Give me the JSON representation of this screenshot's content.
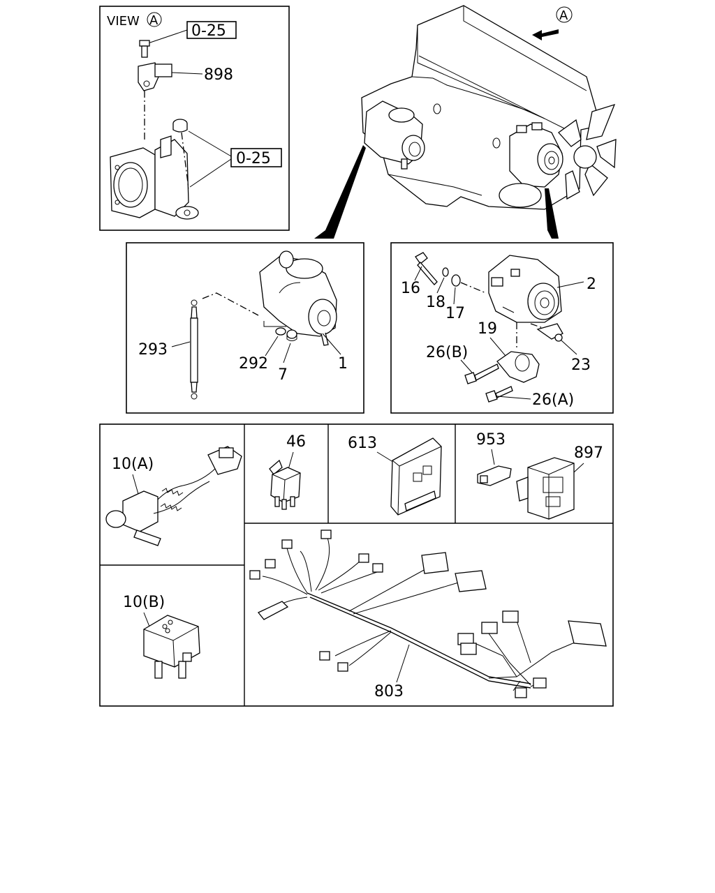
{
  "view_panel": {
    "title": "VIEW",
    "view_marker": "A",
    "ref_top": "0-25",
    "ref_bottom": "0-25",
    "part_sensor": "898"
  },
  "engine": {
    "view_marker": "A"
  },
  "starter_panel": {
    "labels": [
      "293",
      "292",
      "7",
      "1"
    ]
  },
  "alternator_panel": {
    "labels": [
      "16",
      "18",
      "17",
      "2",
      "19",
      "26(B)",
      "23",
      "26(A)"
    ]
  },
  "relay_a_panel": {
    "label": "10(A)"
  },
  "relay_46_panel": {
    "label": "46"
  },
  "ecu_panel": {
    "label": "613"
  },
  "switch_panel": {
    "label_left": "953",
    "label_right": "897"
  },
  "relay_b_panel": {
    "label": "10(B)"
  },
  "harness_panel": {
    "label": "803"
  }
}
